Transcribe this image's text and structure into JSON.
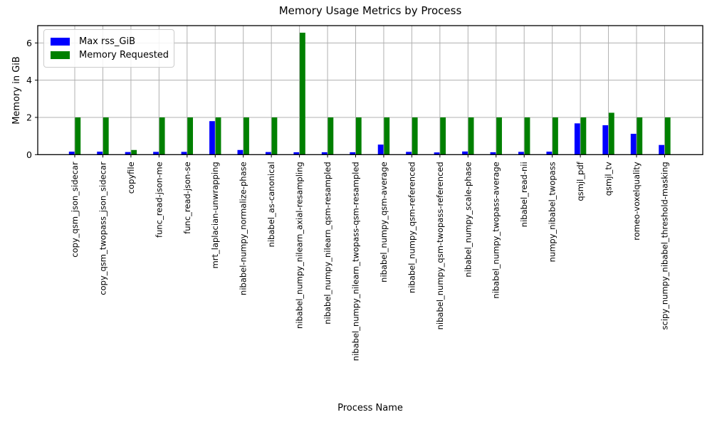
{
  "title": "Memory Usage Metrics by Process",
  "chart_data": {
    "type": "bar",
    "title": "Memory Usage Metrics by Process",
    "xlabel": "Process Name",
    "ylabel": "Memory in GiB",
    "yticks": [
      0,
      2,
      4,
      6
    ],
    "ylim": [
      0,
      6.93
    ],
    "grid": true,
    "legend_position": "upper-left",
    "bar_colors": {
      "max_rss": "#0000ff",
      "memory_requested": "#008000"
    },
    "gridline_color": "#b0b0b0",
    "categories": [
      "copy_qsm_json_sidecar",
      "copy_qsm_twopass_json_sidecar",
      "copyfile",
      "func_read-json-me",
      "func_read-json-se",
      "mrt_laplacian-unwrapping",
      "nibabel-numpy_normalize-phase",
      "nibabel_as-canonical",
      "nibabel_numpy_nilearn_axial-resampling",
      "nibabel_numpy_nilearn_qsm-resampled",
      "nibabel_numpy_nilearn_twopass-qsm-resampled",
      "nibabel_numpy_qsm-average",
      "nibabel_numpy_qsm-referenced",
      "nibabel_numpy_qsm-twopass-referenced",
      "nibabel_numpy_scale-phase",
      "nibabel_numpy_twopass-average",
      "nibabel_read-nii",
      "numpy_nibabel_twopass",
      "qsmjl_pdf",
      "qsmjl_tv",
      "romeo-voxelquality",
      "scipy_numpy_nibabel_threshold-masking"
    ],
    "series": [
      {
        "name": "Max rss_GiB",
        "color": "#0000ff",
        "values": [
          0.16,
          0.16,
          0.14,
          0.15,
          0.15,
          1.8,
          0.25,
          0.14,
          0.13,
          0.13,
          0.13,
          0.54,
          0.15,
          0.12,
          0.17,
          0.13,
          0.15,
          0.16,
          1.68,
          1.58,
          1.12,
          0.52
        ]
      },
      {
        "name": "Memory Requested",
        "color": "#008000",
        "values": [
          2.0,
          2.0,
          0.25,
          2.0,
          2.0,
          2.0,
          2.0,
          2.0,
          6.55,
          2.0,
          2.0,
          2.0,
          2.0,
          2.0,
          2.0,
          2.0,
          2.0,
          2.0,
          2.0,
          2.25,
          2.0,
          2.0
        ]
      }
    ]
  }
}
